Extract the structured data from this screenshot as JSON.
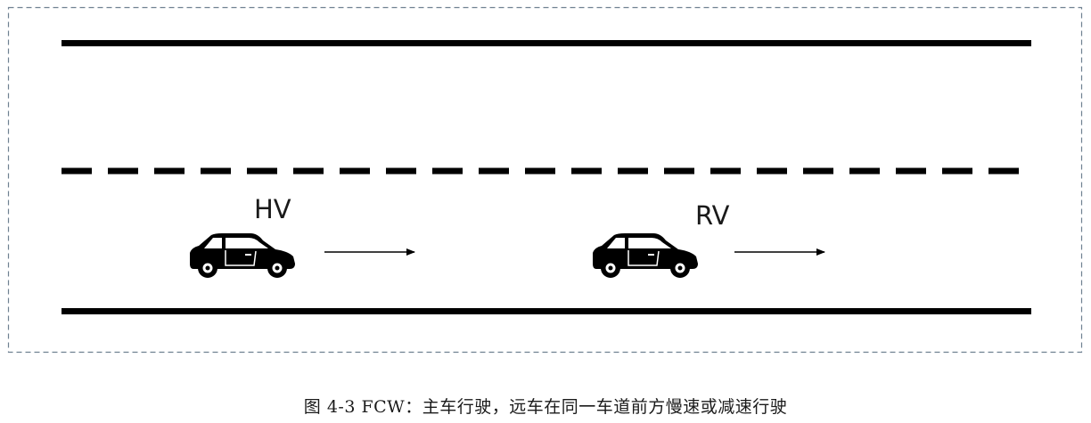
{
  "scene": {
    "vehicles": [
      {
        "id": "host",
        "label": "HV"
      },
      {
        "id": "remote",
        "label": "RV"
      }
    ]
  },
  "caption": "图 4-3 FCW：主车行驶，远车在同一车道前方慢速或减速行驶"
}
